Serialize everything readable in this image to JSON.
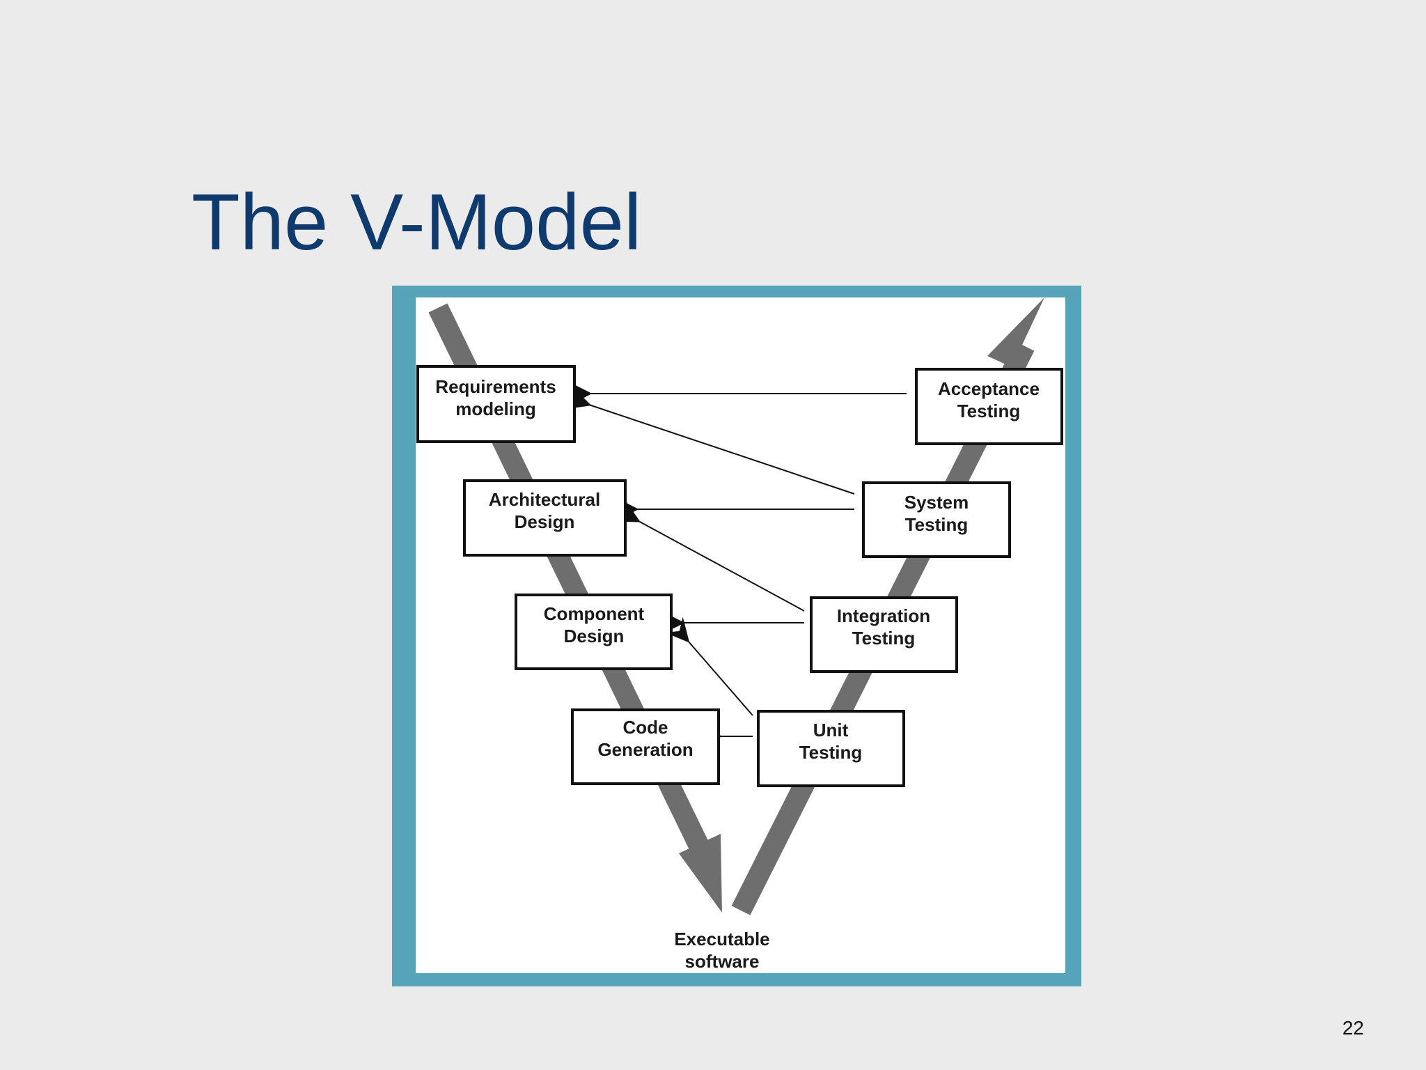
{
  "slide": {
    "title": "The V-Model",
    "page_number": "22"
  },
  "diagram": {
    "left_side": [
      {
        "line1": "Requirements",
        "line2": "modeling"
      },
      {
        "line1": "Architectural",
        "line2": "Design"
      },
      {
        "line1": "Component",
        "line2": "Design"
      },
      {
        "line1": "Code",
        "line2": "Generation"
      }
    ],
    "right_side": [
      {
        "line1": "Acceptance",
        "line2": "Testing"
      },
      {
        "line1": "System",
        "line2": "Testing"
      },
      {
        "line1": "Integration",
        "line2": "Testing"
      },
      {
        "line1": "Unit",
        "line2": "Testing"
      }
    ],
    "bottom": {
      "line1": "Executable",
      "line2": "software"
    }
  },
  "colors": {
    "title": "#0f3a6e",
    "frame": "#55a4ba",
    "v_arrow": "#6e6e6e"
  }
}
